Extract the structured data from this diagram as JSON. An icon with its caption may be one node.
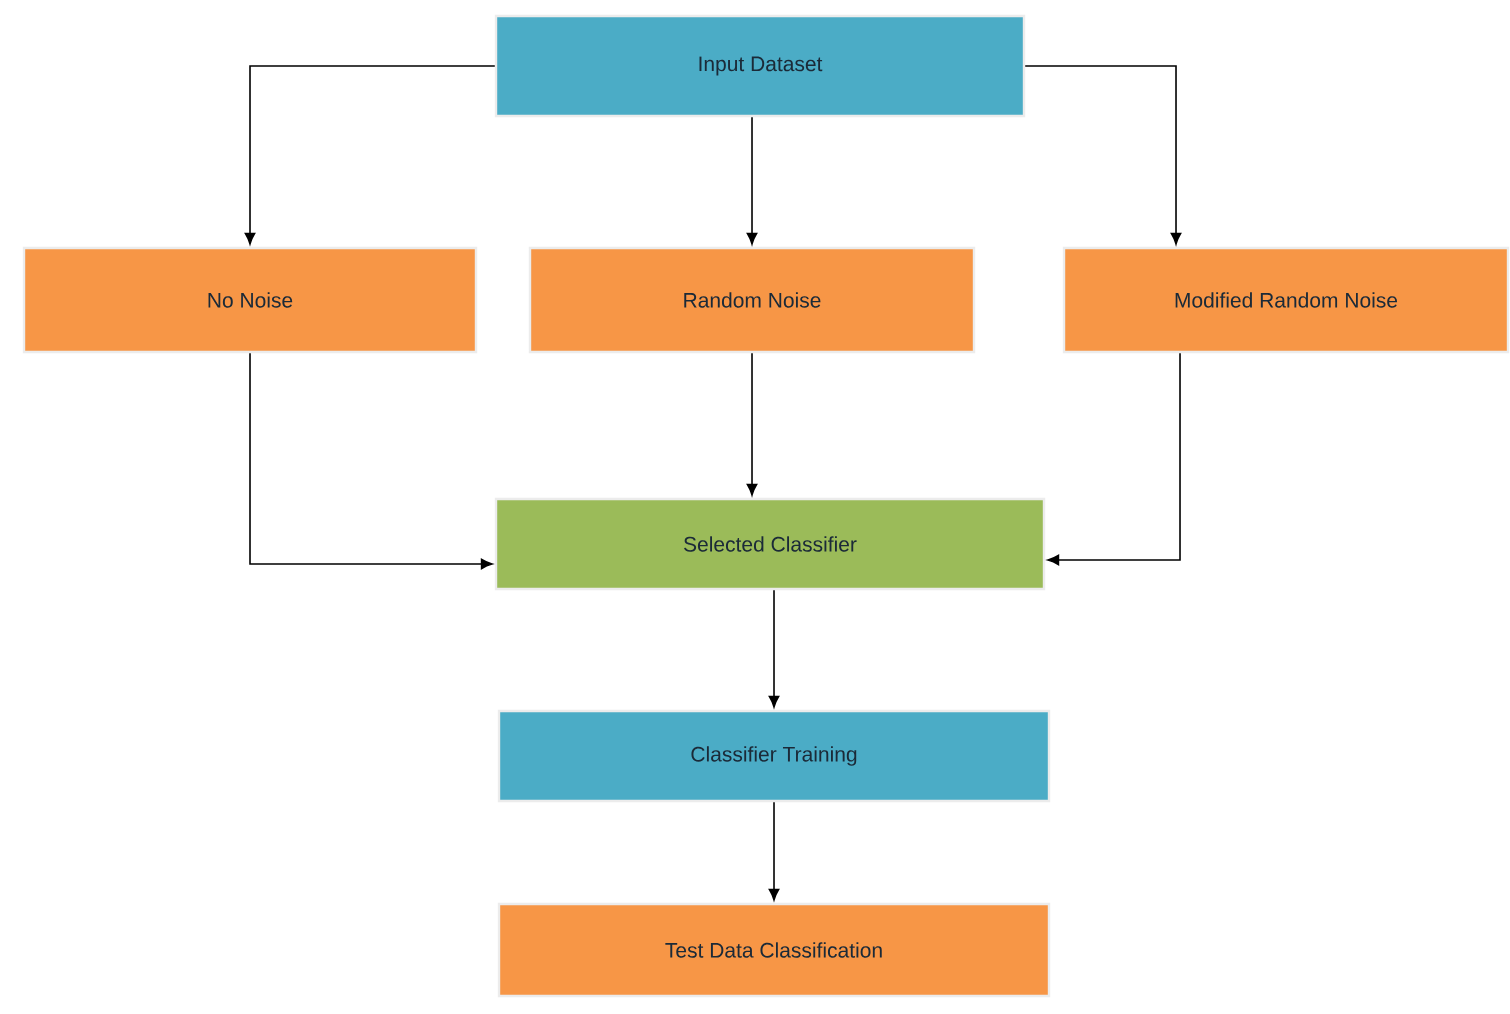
{
  "diagram": {
    "nodes": [
      {
        "text": [
          "Input Dataset"
        ]
      },
      {
        "text": [
          "No Noise"
        ]
      },
      {
        "text": [
          "Random Noise"
        ]
      },
      {
        "text": [
          "Modified Random Noise"
        ]
      },
      {
        "text": [
          "Selected Classifier"
        ]
      },
      {
        "text": [
          "Classifier Training"
        ]
      },
      {
        "text": [
          "Test Data Classification"
        ]
      }
    ],
    "edges": [
      {
        "from": 0,
        "to": 1,
        "arrow": "to"
      },
      {
        "from": 0,
        "to": 2,
        "arrow": "to"
      },
      {
        "from": 0,
        "to": 3,
        "arrow": "to"
      },
      {
        "from": 1,
        "to": 4,
        "arrow": "to"
      },
      {
        "from": 2,
        "to": 4,
        "arrow": "to"
      },
      {
        "from": 3,
        "to": 4,
        "arrow": "to"
      },
      {
        "from": 4,
        "to": 5,
        "arrow": "to"
      },
      {
        "from": 5,
        "to": 6,
        "arrow": "to"
      }
    ]
  }
}
